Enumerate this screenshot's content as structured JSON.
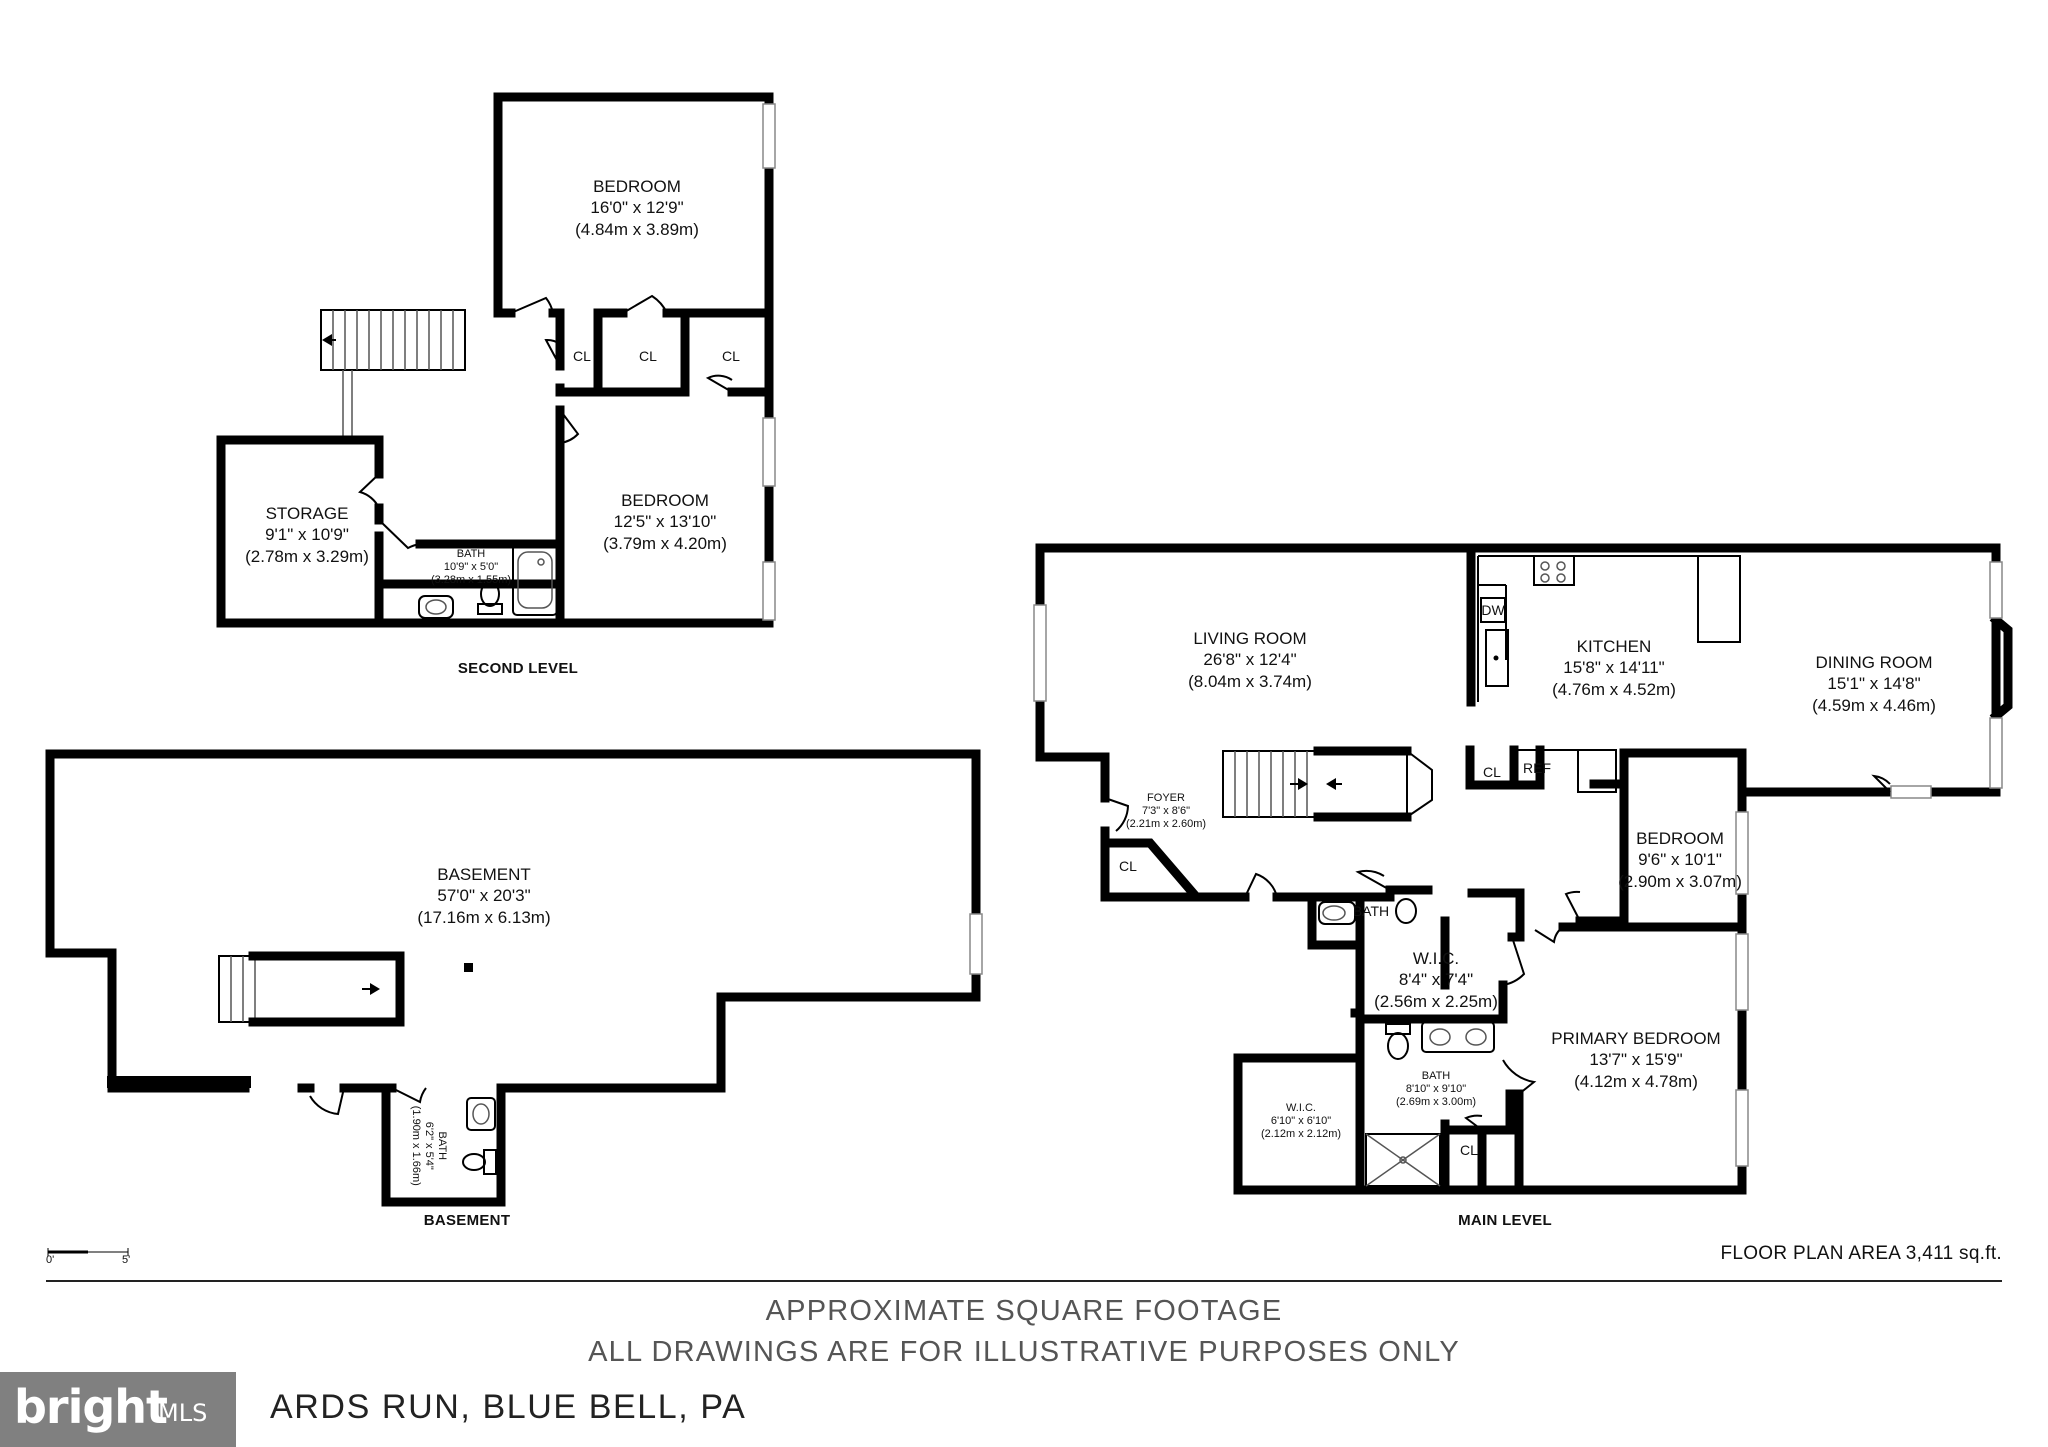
{
  "levels": {
    "second": "SECOND LEVEL",
    "basement": "BASEMENT",
    "main": "MAIN LEVEL"
  },
  "rooms": {
    "second_bedroom_1": {
      "name": "BEDROOM",
      "dims": "16'0\" x 12'9\"",
      "metric": "(4.84m x 3.89m)"
    },
    "second_bedroom_2": {
      "name": "BEDROOM",
      "dims": "12'5\" x 13'10\"",
      "metric": "(3.79m x 4.20m)"
    },
    "storage": {
      "name": "STORAGE",
      "dims": "9'1\" x 10'9\"",
      "metric": "(2.78m x 3.29m)"
    },
    "second_bath": {
      "name": "BATH",
      "dims": "10'9\" x 5'0\"",
      "metric": "(3.28m x 1.55m)"
    },
    "basement": {
      "name": "BASEMENT",
      "dims": "57'0\" x 20'3\"",
      "metric": "(17.16m x 6.13m)"
    },
    "basement_bath": {
      "name": "BATH",
      "dims": "6'2\" x 5'4\"",
      "metric": "(1.90m x 1.66m)"
    },
    "living_room": {
      "name": "LIVING ROOM",
      "dims": "26'8\" x 12'4\"",
      "metric": "(8.04m x 3.74m)"
    },
    "kitchen": {
      "name": "KITCHEN",
      "dims": "15'8\" x 14'11\"",
      "metric": "(4.76m x 4.52m)"
    },
    "dining_room": {
      "name": "DINING ROOM",
      "dims": "15'1\" x 14'8\"",
      "metric": "(4.59m x 4.46m)"
    },
    "foyer": {
      "name": "FOYER",
      "dims": "7'3\" x 8'6\"",
      "metric": "(2.21m x 2.60m)"
    },
    "main_bedroom": {
      "name": "BEDROOM",
      "dims": "9'6\" x 10'1\"",
      "metric": "(2.90m x 3.07m)"
    },
    "wic_1": {
      "name": "W.I.C.",
      "dims": "8'4\" x 7'4\"",
      "metric": "(2.56m x 2.25m)"
    },
    "primary_bedroom": {
      "name": "PRIMARY BEDROOM",
      "dims": "13'7\" x 15'9\"",
      "metric": "(4.12m x 4.78m)"
    },
    "primary_bath": {
      "name": "BATH",
      "dims": "8'10\" x 9'10\"",
      "metric": "(2.69m x 3.00m)"
    },
    "wic_2": {
      "name": "W.I.C.",
      "dims": "6'10\" x 6'10\"",
      "metric": "(2.12m x 2.12m)"
    }
  },
  "small_labels": {
    "closet": "CL",
    "bath": "BATH",
    "dishwasher": "DW",
    "refrigerator": "REF"
  },
  "scale": {
    "start": "0'",
    "end": "5'"
  },
  "floor_plan_area": "FLOOR PLAN AREA 3,411 sq.ft.",
  "notes": {
    "line1": "APPROXIMATE SQUARE FOOTAGE",
    "line2": "ALL DRAWINGS ARE FOR ILLUSTRATIVE PURPOSES ONLY"
  },
  "address": "ARDS RUN, BLUE BELL, PA",
  "logo": {
    "brand": "bright",
    "suffix": "MLS"
  }
}
